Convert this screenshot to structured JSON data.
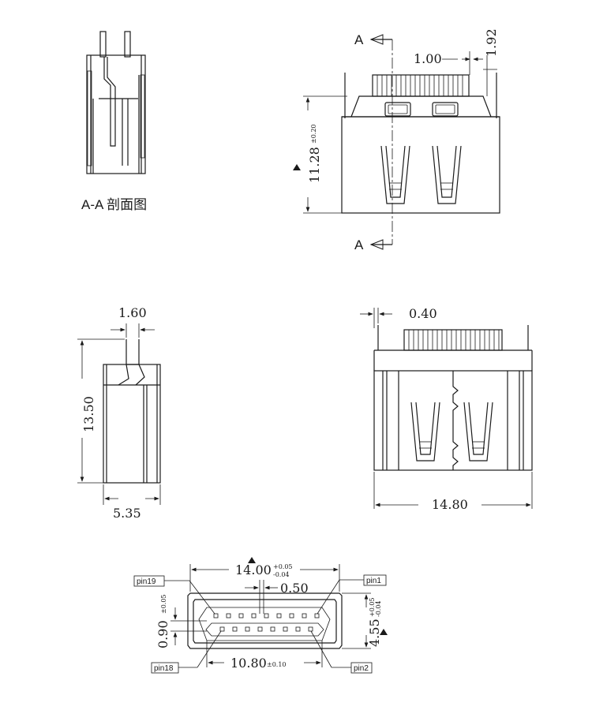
{
  "section_label": "A-A 剖面图",
  "section_marks": {
    "top": "A",
    "bottom": "A"
  },
  "dims": {
    "pitch_top": "1.00",
    "pin_width": "1.92",
    "height_overall": "11.28",
    "height_tol": "±0.20",
    "side_pin_width": "1.60",
    "side_height": "13.50",
    "side_depth": "5.35",
    "front_gap": "0.40",
    "front_width": "14.80",
    "face_width": "14.00",
    "face_width_tol_plus": "+0.05",
    "face_width_tol_minus": "-0.04",
    "pin_pitch": "0.50",
    "pin_row_gap": "0.90",
    "pin_row_gap_tol": "±0.05",
    "face_height": "4.55",
    "face_height_tol_plus": "+0.05",
    "face_height_tol_minus": "-0.04",
    "inner_width": "10.80",
    "inner_width_tol": "±0.10"
  },
  "pins": {
    "pin19": "pin19",
    "pin1": "pin1",
    "pin18": "pin18",
    "pin2": "pin2"
  }
}
